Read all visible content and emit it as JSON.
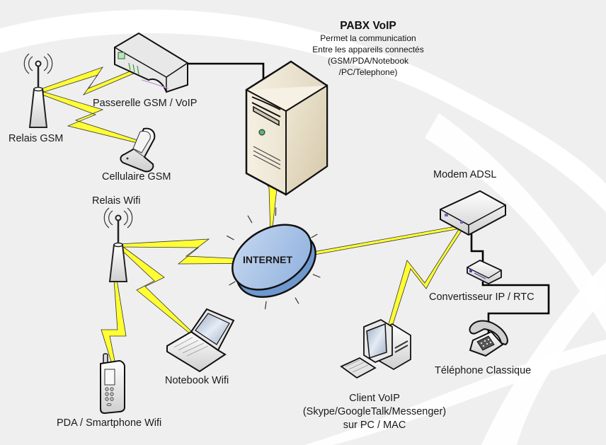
{
  "diagram": {
    "title": "PABX VoIP",
    "description_lines": [
      "Permet la communication",
      "Entre les appareils connectés",
      "(GSM/PDA/Notebook",
      "/PC/Telephone)"
    ],
    "colors": {
      "background": "#efefef",
      "swoosh": "#ffffff",
      "wireless_link": "#ffff33",
      "wired_link": "#000000",
      "internet_fill": "#9fbde6",
      "server_fill": "#e8e0cc"
    },
    "nodes": {
      "relais_gsm": {
        "label": "Relais GSM",
        "icon": "antenna-tower-icon"
      },
      "passerelle": {
        "label": "Passerelle GSM / VoIP",
        "icon": "gateway-device-icon"
      },
      "cellulaire": {
        "label": "Cellulaire GSM",
        "icon": "flip-phone-icon"
      },
      "pabx_server": {
        "label": "PABX VoIP",
        "icon": "server-tower-icon"
      },
      "relais_wifi": {
        "label": "Relais Wifi",
        "icon": "antenna-tower-icon"
      },
      "internet": {
        "label": "INTERNET",
        "icon": "internet-cloud-disc-icon"
      },
      "modem": {
        "label": "Modem ADSL",
        "icon": "modem-icon"
      },
      "convertisseur": {
        "label": "Convertisseur IP / RTC",
        "icon": "converter-box-icon"
      },
      "telephone": {
        "label": "Téléphone Classique",
        "icon": "desk-telephone-icon"
      },
      "notebook": {
        "label": "Notebook Wifi",
        "icon": "laptop-icon"
      },
      "pda": {
        "label": "PDA / Smartphone Wifi",
        "icon": "pda-phone-icon"
      },
      "client_voip": {
        "label_lines": [
          "Client VoIP",
          "(Skype/GoogleTalk/Messenger)",
          "sur PC / MAC"
        ],
        "icon": "desktop-pc-icon"
      }
    },
    "links": [
      {
        "from": "relais_gsm",
        "to": "passerelle",
        "type": "wireless"
      },
      {
        "from": "relais_gsm",
        "to": "cellulaire",
        "type": "wireless"
      },
      {
        "from": "passerelle",
        "to": "pabx_server",
        "type": "wired"
      },
      {
        "from": "pabx_server",
        "to": "internet",
        "type": "wireless"
      },
      {
        "from": "relais_wifi",
        "to": "internet",
        "type": "wireless"
      },
      {
        "from": "relais_wifi",
        "to": "notebook",
        "type": "wireless"
      },
      {
        "from": "relais_wifi",
        "to": "pda",
        "type": "wireless"
      },
      {
        "from": "internet",
        "to": "modem",
        "type": "wireless"
      },
      {
        "from": "modem",
        "to": "client_voip",
        "type": "wireless"
      },
      {
        "from": "modem",
        "to": "convertisseur",
        "type": "wired"
      },
      {
        "from": "convertisseur",
        "to": "telephone",
        "type": "wired"
      }
    ]
  }
}
